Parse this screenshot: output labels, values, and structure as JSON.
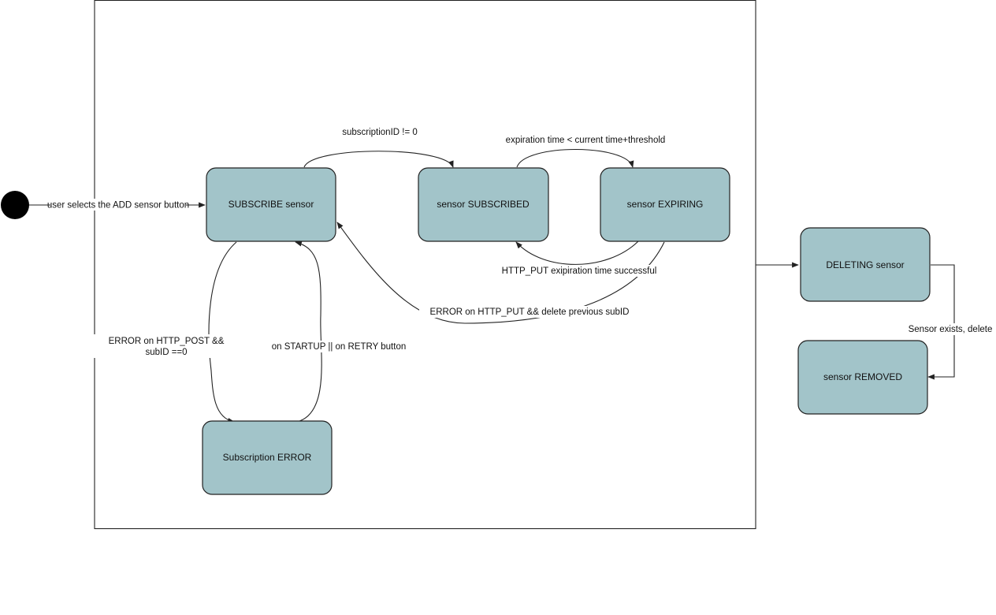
{
  "states": {
    "subscribe": "SUBSCRIBE sensor",
    "subscribed": "sensor SUBSCRIBED",
    "expiring": "sensor EXPIRING",
    "error": "Subscription ERROR",
    "deleting": "DELETING sensor",
    "removed": "sensor REMOVED"
  },
  "transitions": {
    "start_to_subscribe": "user selects the ADD sensor button",
    "subscribe_to_subscribed": "subscriptionID != 0",
    "subscribed_to_expiring": "expiration time < current time+threshold",
    "expiring_to_subscribed": "HTTP_PUT exipiration time successful",
    "expiring_to_subscribe": "ERROR on HTTP_PUT && delete previous subID",
    "subscribe_to_error_line1": "ERROR on HTTP_POST &&",
    "subscribe_to_error_line2": "subID ==0",
    "error_to_subscribe": "on STARTUP || on RETRY button",
    "deleting_to_removed": "Sensor exists, delete"
  },
  "colors": {
    "state_fill": "#a2c4c9",
    "stroke": "#222222"
  }
}
